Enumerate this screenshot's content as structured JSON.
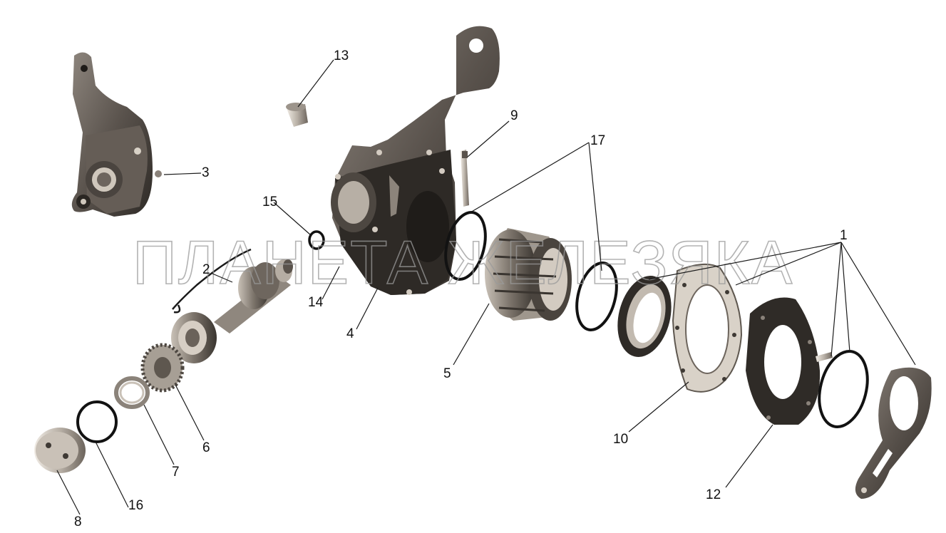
{
  "watermark": "ПЛАНЕТА ЖЕЛЕЗЯКА",
  "callouts": {
    "c1": "1",
    "c2": "2",
    "c3": "3",
    "c4": "4",
    "c5": "5",
    "c6": "6",
    "c7": "7",
    "c8": "8",
    "c9": "9",
    "c10": "10",
    "c12": "12",
    "c13": "13",
    "c14": "14",
    "c15": "15",
    "c16": "16",
    "c17": "17"
  },
  "colors": {
    "part_dark": "#3e3934",
    "part_mid": "#6f6760",
    "part_light": "#b3aca4",
    "part_highlight": "#e8e3dc",
    "seal_ring": "#121212",
    "background": "#ffffff"
  }
}
